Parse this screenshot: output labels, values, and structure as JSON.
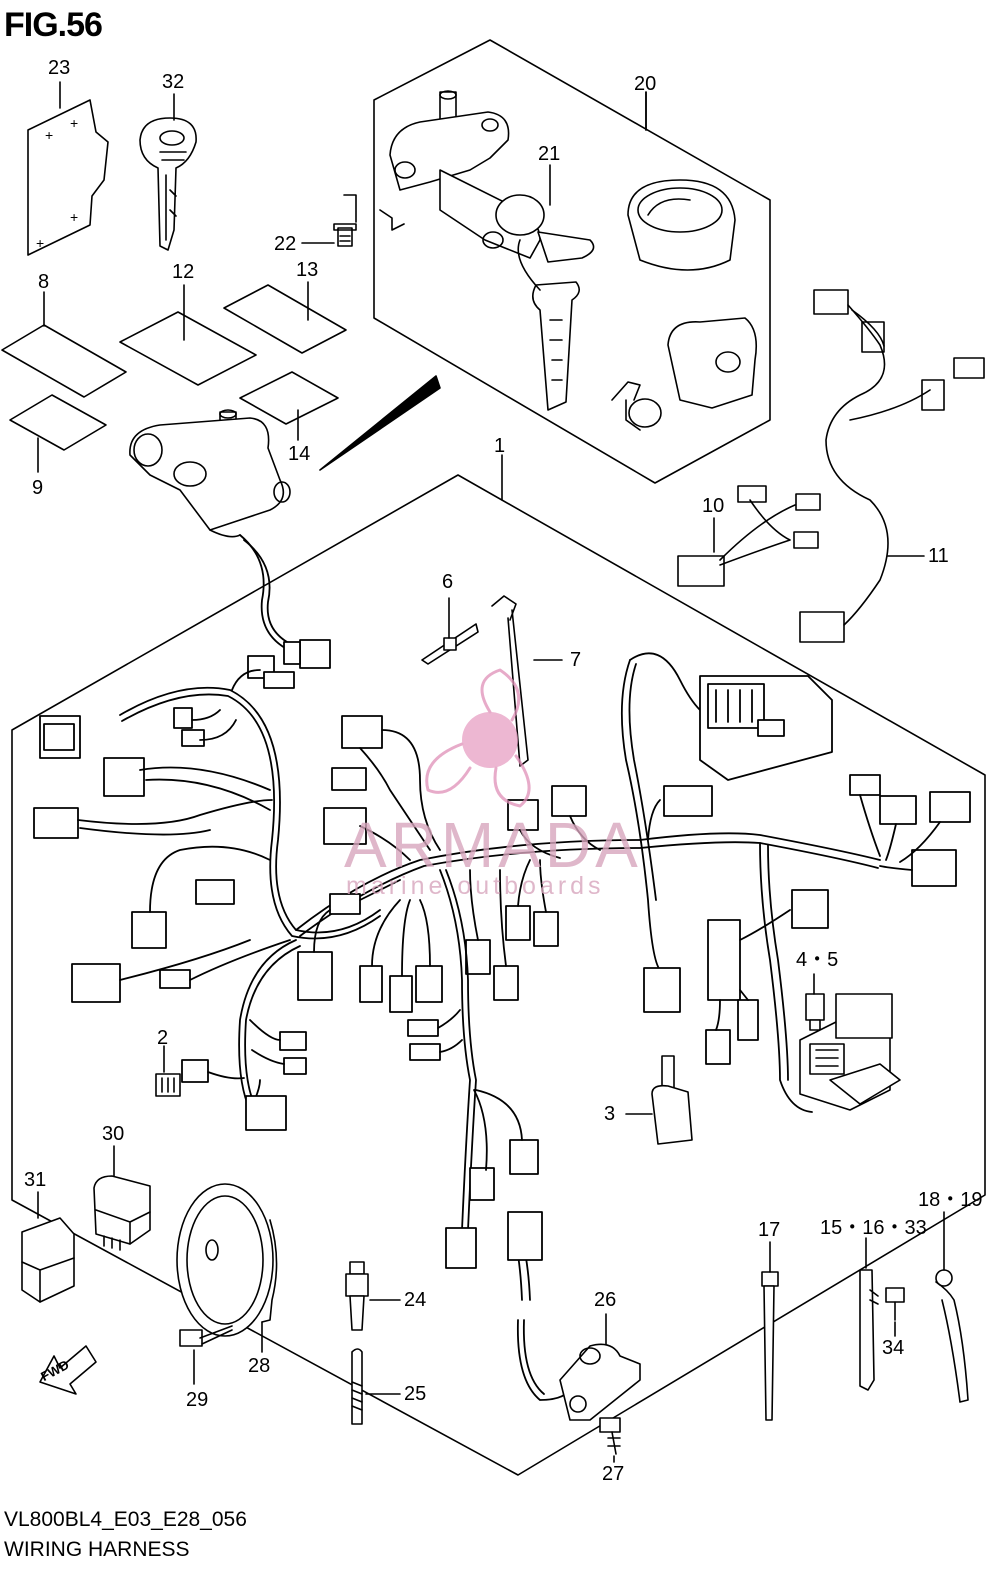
{
  "figure": {
    "title": "FIG.56",
    "code": "VL800BL4_E03_E28_056",
    "name": "WIRING HARNESS"
  },
  "callouts": {
    "c1": "1",
    "c2": "2",
    "c3": "3",
    "c45": "4・5",
    "c6": "6",
    "c7": "7",
    "c8": "8",
    "c9": "9",
    "c10": "10",
    "c11": "11",
    "c12": "12",
    "c13": "13",
    "c14": "14",
    "c151633": "15・16・33",
    "c17": "17",
    "c1819": "18・19",
    "c20": "20",
    "c21": "21",
    "c22": "22",
    "c23": "23",
    "c24": "24",
    "c25": "25",
    "c26": "26",
    "c27": "27",
    "c28": "28",
    "c29": "29",
    "c30": "30",
    "c31": "31",
    "c32": "32",
    "c34": "34"
  },
  "fwd_label": "FWD",
  "watermark": {
    "main": "ARMADA",
    "sub": "marine outboards",
    "color": "#e090b8"
  },
  "colors": {
    "line": "#000000",
    "background": "#ffffff"
  }
}
